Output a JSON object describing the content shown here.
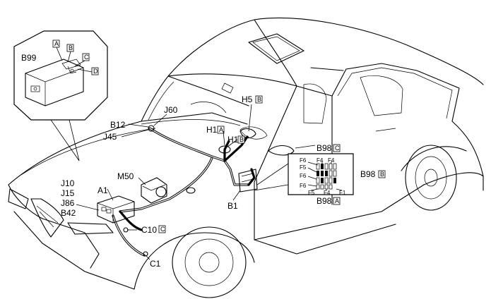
{
  "labels": {
    "b99": "B99",
    "a_box": "A",
    "b_box": "B",
    "c_box": "C",
    "d_box": "D",
    "b12": "B12",
    "j60": "J60",
    "j45": "J45",
    "h5": "H5",
    "h5_sq": "B",
    "h1a": "H1",
    "h1a_sq": "A",
    "h1b": "H1",
    "h1b_sq": "B",
    "m50": "M50",
    "j10": "J10",
    "j15": "J15",
    "j86": "J86",
    "b42": "B42",
    "a1": "A1",
    "c10": "C10",
    "c10_sq": "C",
    "c1": "C1",
    "b1": "B1",
    "b98c": "B98",
    "b98c_sq": "C",
    "b98b": "B98",
    "b98b_sq": "B",
    "b98a": "B98",
    "b98a_sq": "A",
    "f6_1": "F6",
    "f5_1": "F5",
    "f4_1": "F4",
    "f4_2": "F4",
    "f6_2": "F6",
    "f6_3": "F6",
    "f5_2": "F5",
    "f4_3": "F4",
    "f1": "F1"
  }
}
